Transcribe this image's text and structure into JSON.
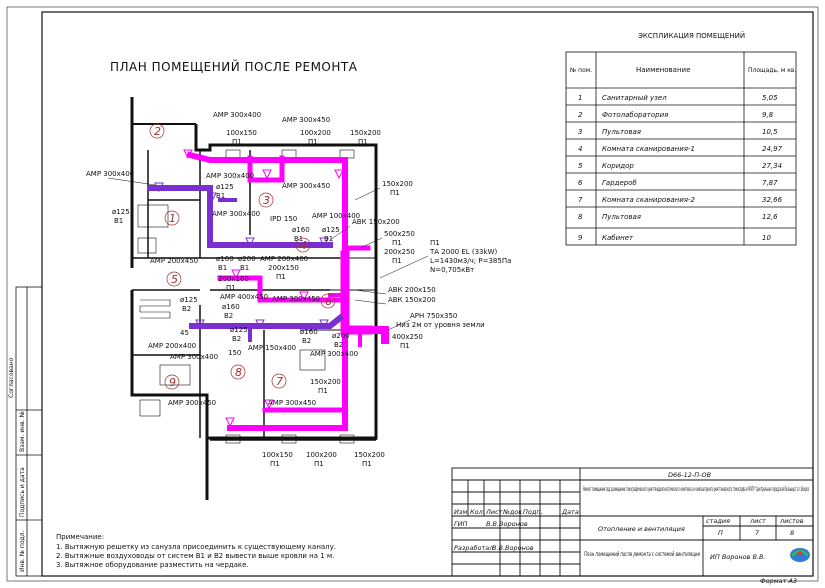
{
  "drawing": {
    "title": "ПЛАН ПОМЕЩЕНИЙ ПОСЛЕ РЕМОНТА",
    "colors": {
      "supply": "#ff00ff",
      "exhaust": "#7a2fd0",
      "walls": "#111111",
      "room_number": "#a03030"
    },
    "rooms": [
      {
        "id": "1",
        "label": "1"
      },
      {
        "id": "2",
        "label": "2"
      },
      {
        "id": "3",
        "label": "3"
      },
      {
        "id": "4",
        "label": "4"
      },
      {
        "id": "5",
        "label": "5"
      },
      {
        "id": "6",
        "label": "6"
      },
      {
        "id": "7",
        "label": "7"
      },
      {
        "id": "8",
        "label": "8"
      },
      {
        "id": "9",
        "label": "9"
      }
    ],
    "labels": {
      "amp300x400_a": "АМР 300х400",
      "amp300x450_a": "АМР 300х450",
      "d100x150_top": "100х150",
      "p1_a": "П1",
      "d100x200_top": "100х200",
      "p1_b": "П1",
      "d150x200_top": "150х200",
      "p1_c": "П1",
      "amp300x400_left": "АМР 300х400",
      "amp300x400_b": "АМР 300х400",
      "d125_b1": "ø125",
      "b1_a": "В1",
      "amp300x450_b": "АМР 300х450",
      "d150x200_right": "150х200",
      "p1_d": "П1",
      "d125_left": "ø125",
      "b1_left": "В1",
      "amp300x400_c": "АМР 300х400",
      "ipd150": "IPD 150",
      "amp100x400": "АМР 100х400",
      "d160": "ø160",
      "b1_b": "В1",
      "d125_b": "ø125",
      "b1_c": "В1",
      "avk150x200": "АВК 150х200",
      "d500x250": "500х250",
      "p1_e": "П1",
      "d200x250": "200х250",
      "p1_f": "П1",
      "amp200x450": "АМР 200х450",
      "d160_b": "ø160",
      "b1_d": "В1",
      "d200": "ø200",
      "b1_e": "В1",
      "amp200x400": "АМР 200х400",
      "d200x150": "200х150",
      "p1_g": "П1",
      "d200x100": "200х100",
      "p1_h": "П1",
      "unit_model": "ТА 2000 EL (33kW)",
      "unit_flow": "L=1430м3/ч; P=385Па",
      "unit_power": "N=0,705кВт",
      "unit_p1": "П1",
      "amp400x450": "АМР 400х450",
      "amp300x450_c": "АМР 300х450",
      "avk200x150": "АВК 200х150",
      "avk150x200_b": "АВК 150х200",
      "d125_b2": "ø125",
      "b2_a": "В2",
      "d160_b2": "ø160",
      "b2_b": "В2",
      "arn750x350": "АРН 750х350",
      "arn_note": "Низ 2м от уровня земли",
      "d400x250": "400х250",
      "p1_i": "П1",
      "amp200x400_b": "АМР 200х400",
      "d125_c": "ø125",
      "b2_c": "В2",
      "amp150x400": "АМР 150х400",
      "d160_c": "ø160",
      "b2_d": "В2",
      "d200_b": "ø200",
      "b2_e": "В2",
      "amp300x400_d": "АМР 300х400",
      "amp300x400_e": "АМР 300х400",
      "d150": "150",
      "d150x200_low": "150х200",
      "p1_j": "П1",
      "amp300x450_d": "АМР 300х450",
      "amp300x450_e": "АМР 300х450",
      "d100x150_bot": "100х150",
      "p1_k": "П1",
      "d100x200_bot": "100х200",
      "p1_l": "П1",
      "d150x200_bot": "150х200",
      "p1_m": "П1",
      "d45": "45"
    }
  },
  "explication": {
    "title": "ЭКСПЛИКАЦИЯ ПОМЕЩЕНИЙ",
    "headers": {
      "num": "№ пом.",
      "name": "Наименование",
      "area": "Площадь, м кв."
    },
    "rows": [
      {
        "num": "1",
        "name": "Санитарный узел",
        "area": "5,05"
      },
      {
        "num": "2",
        "name": "Фотолаборатория",
        "area": "9,8"
      },
      {
        "num": "3",
        "name": "Пультовая",
        "area": "10,5"
      },
      {
        "num": "4",
        "name": "Комната сканирования-1",
        "area": "24,97"
      },
      {
        "num": "5",
        "name": "Коридор",
        "area": "27,34"
      },
      {
        "num": "6",
        "name": "Гардероб",
        "area": "7,87"
      },
      {
        "num": "7",
        "name": "Комната сканирования-2",
        "area": "32,66"
      },
      {
        "num": "8",
        "name": "Пультовая",
        "area": "12,6"
      },
      {
        "num": "9",
        "name": "Кабинет",
        "area": "10"
      }
    ]
  },
  "notes": {
    "title": "Примечание:",
    "items": [
      "1. Вытяжную решетку из санузла присоединить к существующему каналу.",
      "2. Вытяжные воздуховоды от систем В1 и В2 вывести выше кровли на 1 м.",
      "3. Вытяжное оборудование разместить на чердаке."
    ]
  },
  "sidebar": {
    "agreed": "Согласовано",
    "inv_replace": "Взам. инв. №",
    "sign_date": "Подпись и дата",
    "inv_orig": "Инв. № подл."
  },
  "stamp": {
    "code": "D66-12-П-ОВ",
    "project": "Ремонт помещений под размещение томографического рентгенодиагностического комплекса и компьютерного рентгеновского томографа в МЛПУ \"Центральная городская больница\" в г.Вохрсе",
    "cols": [
      "Изм.",
      "Кол.",
      "Лист",
      "№док",
      "Подп.",
      "Дата"
    ],
    "gip_role": "ГИП",
    "gip_name": "В.В.Воронов",
    "dev_role": "Разработал",
    "dev_name": "В.В.Воронов",
    "section": "Отопление и вентиляция",
    "stage_h": "стадия",
    "sheet_h": "лист",
    "sheets_h": "листов",
    "stage": "П",
    "sheet": "7",
    "sheets": "8",
    "sheet_title": "План помещений после ремонта с системой вентиляции",
    "company": "ИП Воронов В.В.",
    "format": "Формат А3"
  }
}
